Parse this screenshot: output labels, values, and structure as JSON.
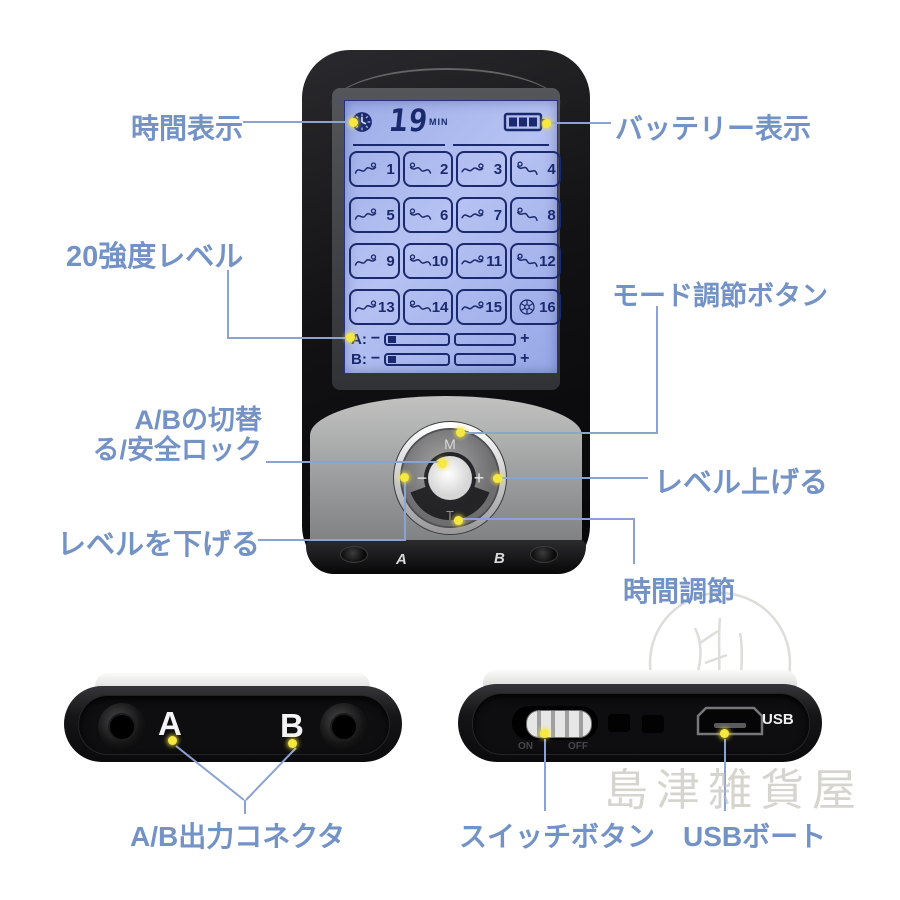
{
  "callouts": {
    "time_display": "時間表示",
    "battery_display": "バッテリー表示",
    "intensity_level": "20強度レベル",
    "ab_switch_line1": "A/Bの切替",
    "ab_switch_line2": "る/安全ロック",
    "level_down": "レベルを下げる",
    "mode_button": "モード調節ボタン",
    "level_up": "レベル上げる",
    "time_adjust": "時間調節",
    "ab_output_connector": "A/B出力コネクタ",
    "switch_button": "スイッチボタン",
    "usb_port": "USBボート"
  },
  "screen": {
    "time_value": "19",
    "time_unit": "MIN",
    "clock_icon": "clock-icon",
    "battery_icon": "battery-3-bars-icon",
    "mode_numbers": [
      1,
      2,
      3,
      4,
      5,
      6,
      7,
      8,
      9,
      10,
      11,
      12,
      13,
      14,
      15,
      16
    ],
    "channels": [
      {
        "label": "A:",
        "minus": "−",
        "plus": "+"
      },
      {
        "label": "B:",
        "minus": "−",
        "plus": "+"
      }
    ]
  },
  "control_wheel": {
    "mode": "M",
    "minus": "−",
    "plus": "+",
    "time": "T"
  },
  "front_ports": {
    "a": "A",
    "b": "B"
  },
  "top_view_ports": {
    "a": "A",
    "b": "B"
  },
  "bottom_view": {
    "on": "ON",
    "off": "OFF",
    "usb": "USB"
  },
  "watermark": {
    "shop": "島津雑貨屋"
  },
  "colors": {
    "label_blue": "#7392c6",
    "line_blue": "#8aa3d2",
    "lcd_background": "#a9b6ee",
    "lcd_ink": "#1b2a6e",
    "dot_yellow": "#f6e840"
  }
}
